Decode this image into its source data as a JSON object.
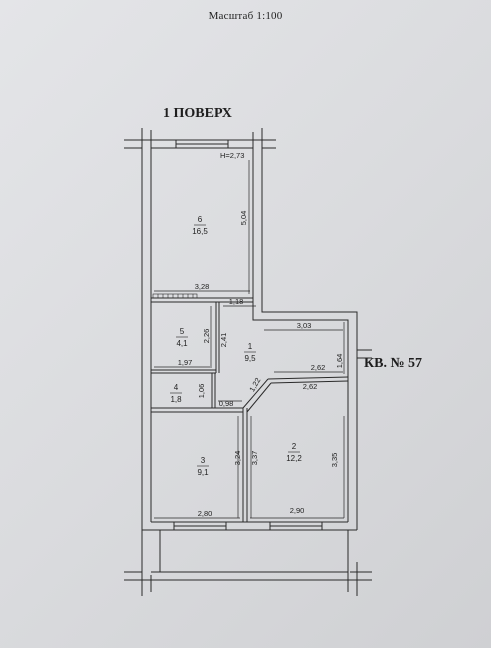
{
  "header": {
    "scale": "Масштаб 1:100"
  },
  "floor": {
    "title": "1 ПОВЕРХ",
    "apartment": "КВ. № 57",
    "ceiling_height": "H=2,73"
  },
  "rooms": [
    {
      "number": "1",
      "area": "9,5"
    },
    {
      "number": "2",
      "area": "12,2"
    },
    {
      "number": "3",
      "area": "9,1"
    },
    {
      "number": "4",
      "area": "1,8"
    },
    {
      "number": "5",
      "area": "4,1"
    },
    {
      "number": "6",
      "area": "16,5"
    }
  ],
  "dimensions": {
    "d504": "5,04",
    "d328": "3,28",
    "d118": "1,18",
    "d226": "2,26",
    "d241": "2,41",
    "d303": "3,03",
    "d197": "1,97",
    "d164": "1,64",
    "d262a": "2,62",
    "d262b": "2,62",
    "d122": "1,22",
    "d106": "1,06",
    "d098": "0,98",
    "d324": "3,24",
    "d337": "3,37",
    "d335": "3,35",
    "d280": "2,80",
    "d290": "2,90"
  }
}
